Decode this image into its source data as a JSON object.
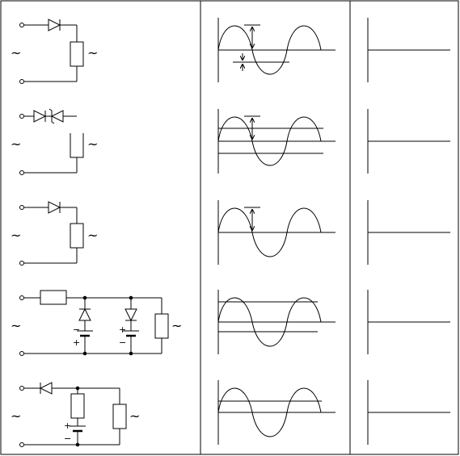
{
  "symbols": {
    "ac": "~",
    "plus": "+",
    "minus": "−"
  },
  "rows": [
    {
      "circuit": "diode-series-resistor-load",
      "waveform": "sine-with-lower-threshold",
      "result_blank": true
    },
    {
      "circuit": "back-to-back-diodes-open-load",
      "waveform": "sine-with-band-limits",
      "result_blank": true
    },
    {
      "circuit": "diode-series-resistor-load",
      "waveform": "sine-half-marked",
      "result_blank": true
    },
    {
      "circuit": "series-resistor-biased-diode-limiter",
      "waveform": "sine-with-dual-limits",
      "result_blank": true
    },
    {
      "circuit": "diode-clamper-with-bias",
      "waveform": "sine-with-level-offset",
      "result_blank": true
    }
  ]
}
